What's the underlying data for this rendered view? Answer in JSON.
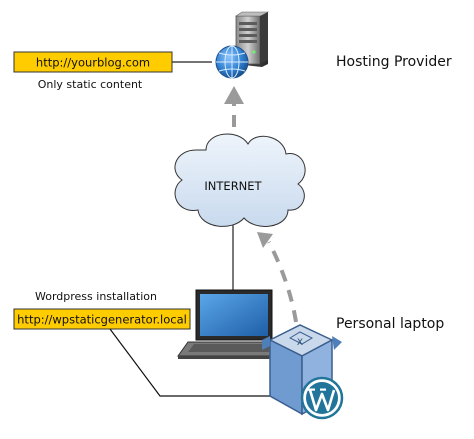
{
  "hosting": {
    "url_label": "http://yourblog.com",
    "note": "Only static content",
    "provider_label": "Hosting Provider"
  },
  "internet": {
    "label": "INTERNET"
  },
  "local": {
    "installation_label": "Wordpress installation",
    "url_label": "http://wpstaticgenerator.local",
    "laptop_label": "Personal laptop"
  },
  "colors": {
    "url_box_fill": "#ffcc00",
    "cloud_fill": "#dfe9f5",
    "dashed_arrow": "#9a9a9a",
    "virtualbox_blue": "#5b8fc7",
    "wordpress_blue": "#21759b",
    "globe_blue": "#2f7fd0"
  },
  "icons": {
    "server": "server-icon",
    "globe": "globe-icon",
    "cloud": "cloud-icon",
    "laptop": "laptop-icon",
    "virtualbox": "virtualbox-icon",
    "wordpress": "wordpress-icon"
  }
}
